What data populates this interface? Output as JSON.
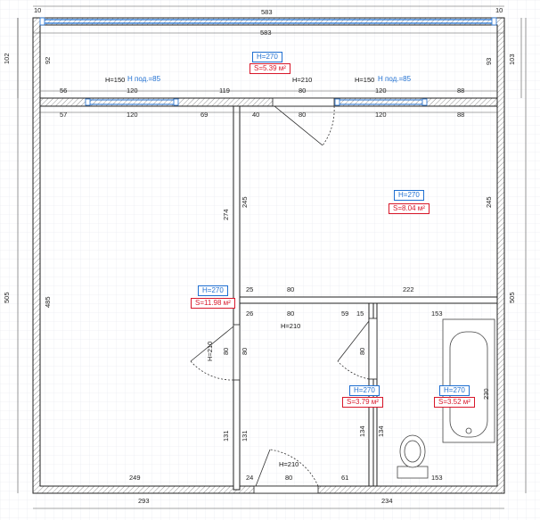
{
  "colors": {
    "grid": "#e4e6ec",
    "wall_hatch": "#555555",
    "height_label": "#1f6fd1",
    "area_label": "#d8172a",
    "window": "#1f6fd1"
  },
  "dimensions": {
    "top_corner_left": "10",
    "top_corner_right": "10",
    "top_overall": "583",
    "top_inner": "583",
    "left_top": "102",
    "left_top_inner": "92",
    "right_top_inner": "93",
    "right_top": "103",
    "left_overall": "505",
    "right_overall": "505",
    "balcony_segments": [
      "56",
      "120",
      "119",
      "80",
      "120",
      "88"
    ],
    "room_top_segments": [
      "57",
      "120",
      "69",
      "40",
      "80",
      "120",
      "88"
    ],
    "room1_height": "485",
    "hall_wall_upper": "274",
    "room2_left": "245",
    "room2_right": "245",
    "corridor_top_a": "25",
    "corridor_top_b": "80",
    "corridor_top_c": "222",
    "hall_top_a": "26",
    "hall_top_b": "80",
    "hall_top_c": "59",
    "hall_top_d": "15",
    "bath_top": "153",
    "hall_door_left": "80",
    "hall_door_left2": "80",
    "wc_door": "80",
    "bath_right": "230",
    "hall_left_lower": "131",
    "hall_left_lower2": "131",
    "hall_right_lower": "134",
    "bath_left_lower": "134",
    "room1_bottom": "249",
    "entry_a": "24",
    "entry_b": "80",
    "entry_c": "61",
    "bath_bottom": "153",
    "outer_bottom_left": "293",
    "outer_bottom_right": "234"
  },
  "labels": {
    "window1": "H=150",
    "window1_sill": "H под.=85",
    "window2": "H=150",
    "window2_sill": "H под.=85",
    "balcony_door": "H=210",
    "hall_door_top": "H=210",
    "room1_door": "H=210",
    "entry_door": "H=210"
  },
  "rooms": {
    "balcony": {
      "height": "H=270",
      "area": "S=5.39 м²"
    },
    "room2": {
      "height": "H=270",
      "area": "S=8.04 м²"
    },
    "room1": {
      "height": "H=270",
      "area": "S=11.98 м²"
    },
    "hall": {
      "height": "H=270",
      "area": "S=3.79 м²"
    },
    "bath": {
      "height": "H=270",
      "area": "S=3.52 м²"
    }
  }
}
